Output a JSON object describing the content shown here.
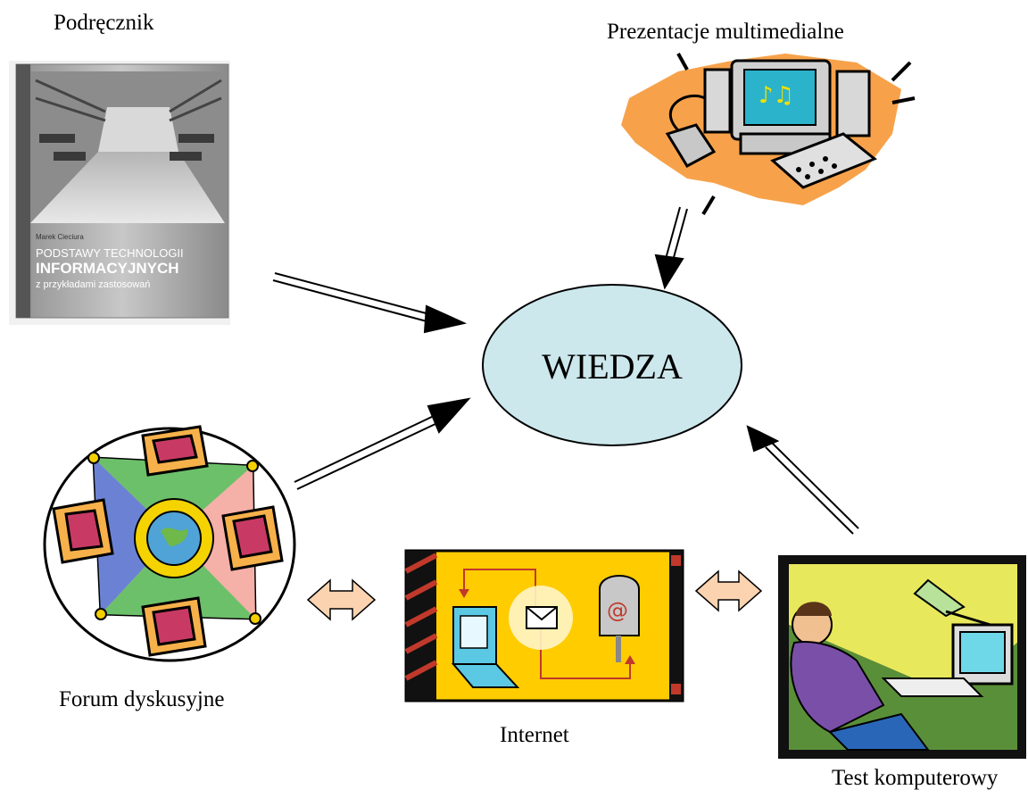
{
  "labels": {
    "book": "Podręcznik",
    "presentations": "Prezentacje multimedialne",
    "forum": "Forum dyskusyjne",
    "internet": "Internet",
    "test": "Test komputerowy"
  },
  "center": {
    "text": "WIEDZA",
    "fill": "#cce8ec",
    "stroke": "#000000"
  },
  "book": {
    "author": "Marek Cieciura",
    "title_line1": "PODSTAWY TECHNOLOGII",
    "title_line2": "INFORMACYJNYCH",
    "title_line3": "z przykładami zastosowań"
  },
  "colors": {
    "double_arrow_fill": "#fbd3b0",
    "internet_bg": "#ffcc00",
    "test_bg": "#e8e85c"
  }
}
